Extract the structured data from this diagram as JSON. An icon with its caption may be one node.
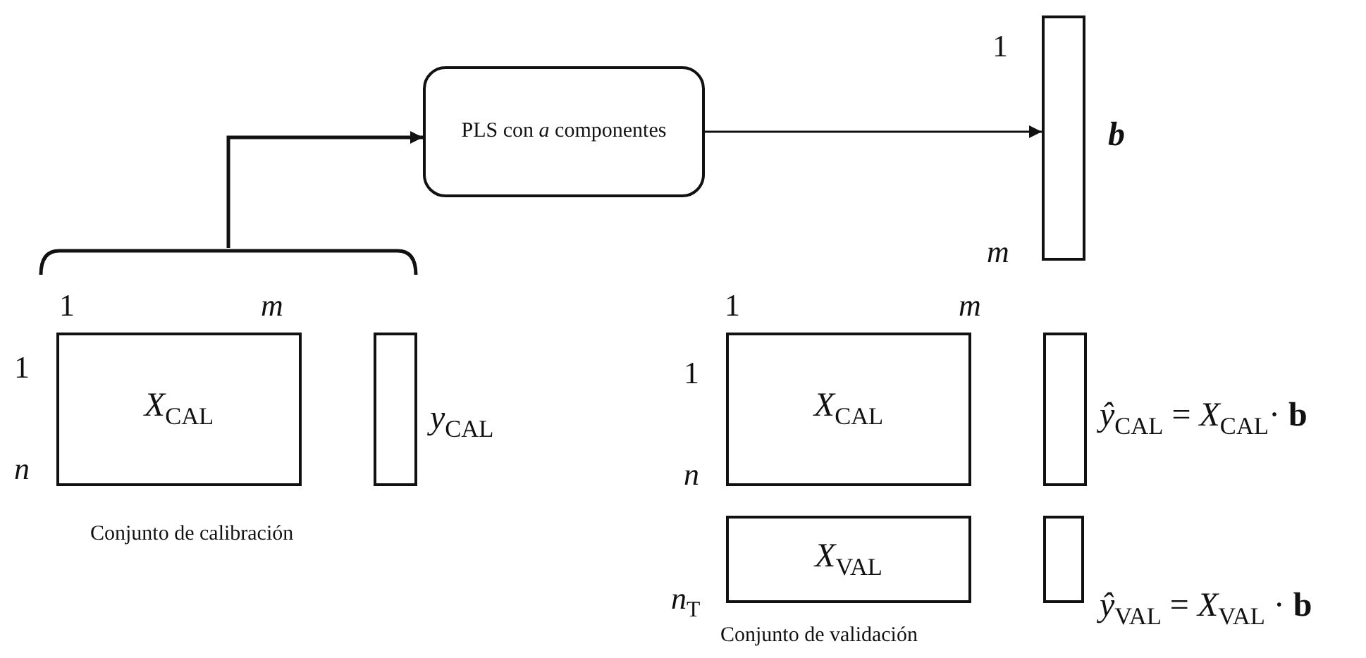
{
  "diagram": {
    "nodes": [
      {
        "text": [],
        "shape": "brace"
      },
      {
        "text": [
          "PLS con *a* componentes"
        ]
      },
      {
        "text": [],
        "shape": "bar",
        "beside": [
          "b"
        ]
      },
      {
        "text": [
          "*X*$_{CAL}$"
        ]
      },
      {
        "text": [],
        "shape": "bar",
        "beside": [
          "*y*$_{CAL}$"
        ]
      },
      {
        "text": [
          "*X*$_{CAL}$"
        ]
      },
      {
        "text": [],
        "shape": "bar",
        "beside": [
          "*ŷ*$_{CAL}$ = *X*$_{CAL}$· **b**"
        ]
      },
      {
        "text": [
          "*X*$_{VAL}$"
        ]
      },
      {
        "text": [],
        "shape": "bar",
        "beside": [
          "*ŷ*$_{VAL}$ = *X*$_{VAL}$ · **b**"
        ]
      }
    ],
    "edges": [
      {
        "from": 0,
        "to": 1,
        "arrow": "to"
      },
      {
        "from": 1,
        "to": 2,
        "arrow": "to"
      }
    ],
    "labels": [
      "1",
      "m",
      "1",
      "m",
      "1",
      "n",
      "Conjunto de calibración",
      "1",
      "m",
      "1",
      "n",
      "*n*$_{T}$",
      "Conjunto de validación"
    ]
  }
}
